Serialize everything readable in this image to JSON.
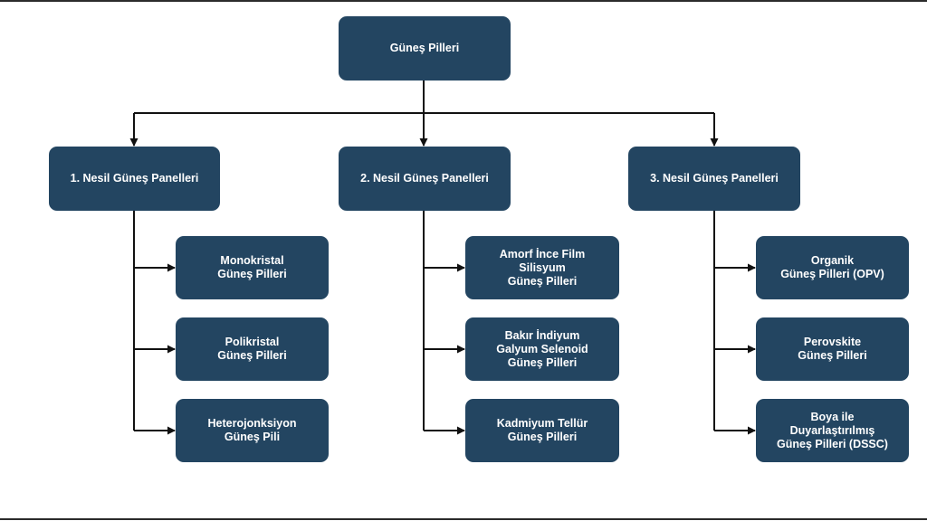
{
  "colors": {
    "node_fill": "#234561",
    "node_text": "#ffffff",
    "connector": "#111111",
    "frame": "#2b2b2b"
  },
  "diagram": {
    "root": "Güneş Pilleri",
    "generations": [
      {
        "title": "1. Nesil Güneş Panelleri",
        "items": [
          "Monokristal\nGüneş Pilleri",
          "Polikristal\nGüneş Pilleri",
          "Heterojonksiyon\nGüneş Pili"
        ]
      },
      {
        "title": "2. Nesil Güneş Panelleri",
        "items": [
          "Amorf İnce Film\nSilisyum\nGüneş Pilleri",
          "Bakır İndiyum\nGalyum Selenoid\nGüneş Pilleri",
          "Kadmiyum Tellür\nGüneş Pilleri"
        ]
      },
      {
        "title": "3. Nesil Güneş Panelleri",
        "items": [
          "Organik\nGüneş Pilleri (OPV)",
          "Perovskite\nGüneş Pilleri",
          "Boya ile\nDuyarlaştırılmış\nGüneş Pilleri (DSSC)"
        ]
      }
    ]
  }
}
